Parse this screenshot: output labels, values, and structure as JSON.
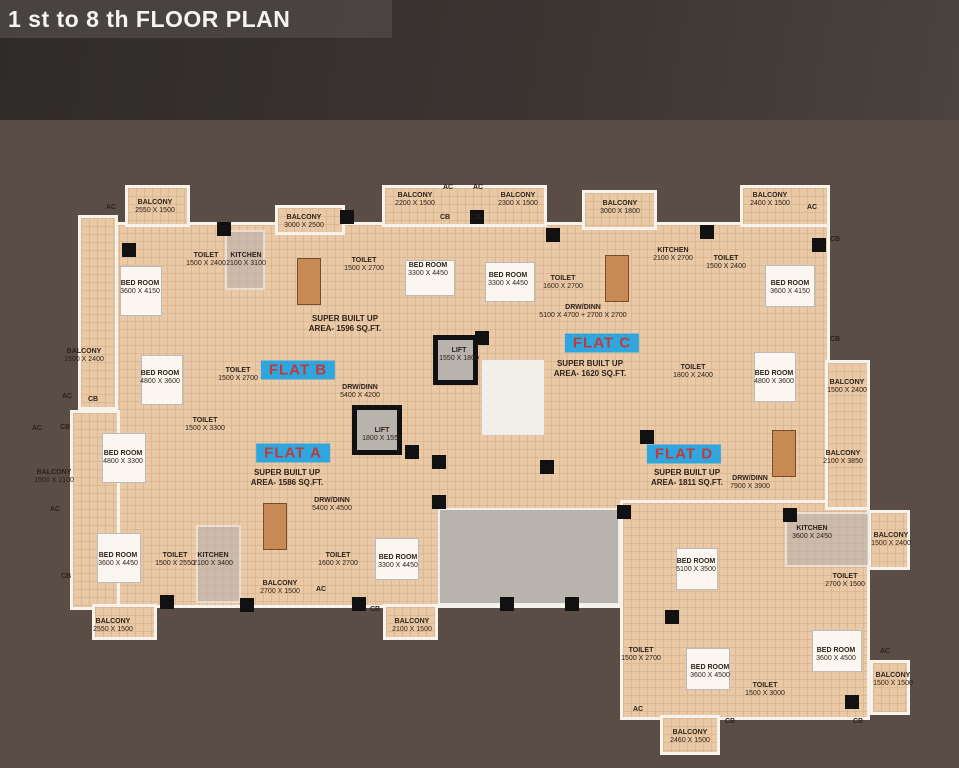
{
  "title": "1 st  to 8 th FLOOR PLAN",
  "colors": {
    "floor": "#e9c9a6",
    "flat_badge_bg": "#2fa6de",
    "flat_badge_text": "#c13a3a",
    "background": "#5a4d45"
  },
  "flats": [
    {
      "label": "FLAT B",
      "area": "SUPER BUILT UP",
      "area_value": "AREA- 1596 SQ.FT."
    },
    {
      "label": "FLAT A",
      "area": "SUPER BUILT UP",
      "area_value": "AREA- 1586 SQ.FT."
    },
    {
      "label": "FLAT C",
      "area": "SUPER BUILT UP",
      "area_value": "AREA- 1620 SQ.FT."
    },
    {
      "label": "FLAT D",
      "area": "SUPER BUILT UP",
      "area_value": "AREA- 1811 SQ.FT."
    }
  ],
  "rooms": [
    {
      "name": "BALCONY",
      "size": "2550 X 1500"
    },
    {
      "name": "AC",
      "size": ""
    },
    {
      "name": "BED ROOM",
      "size": "3600 X 4150"
    },
    {
      "name": "TOILET",
      "size": "1500 X 2400"
    },
    {
      "name": "KITCHEN",
      "size": "2100 X 3100"
    },
    {
      "name": "BALCONY",
      "size": "3000 X 2500"
    },
    {
      "name": "TOILET",
      "size": "1500 X 2700"
    },
    {
      "name": "DRW/DINN",
      "size": "5400 X 4200"
    },
    {
      "name": "BALCONY",
      "size": "1500 X 2400"
    },
    {
      "name": "BED ROOM",
      "size": "4800 X 3600"
    },
    {
      "name": "TOILET",
      "size": "1500 X 2700"
    },
    {
      "name": "AC",
      "size": ""
    },
    {
      "name": "CB",
      "size": ""
    },
    {
      "name": "AC",
      "size": ""
    },
    {
      "name": "CB",
      "size": ""
    },
    {
      "name": "BED ROOM",
      "size": "4800 X 3300"
    },
    {
      "name": "TOILET",
      "size": "1500 X 3300"
    },
    {
      "name": "LIFT",
      "size": "1800 X 1550"
    },
    {
      "name": "BALCONY",
      "size": "1500 X 2100"
    },
    {
      "name": "AC",
      "size": ""
    },
    {
      "name": "DRW/DINN",
      "size": "5400 X 4500"
    },
    {
      "name": "BED ROOM",
      "size": "3600 X 4450"
    },
    {
      "name": "TOILET",
      "size": "1500 X 2550"
    },
    {
      "name": "KITCHEN",
      "size": "2100 X 3400"
    },
    {
      "name": "BALCONY",
      "size": "2700 X 1500"
    },
    {
      "name": "TOILET",
      "size": "1600 X 2700"
    },
    {
      "name": "AC",
      "size": ""
    },
    {
      "name": "BED ROOM",
      "size": "3300 X 4450"
    },
    {
      "name": "CB",
      "size": ""
    },
    {
      "name": "BALCONY",
      "size": "2550 X 1500"
    },
    {
      "name": "CB",
      "size": ""
    },
    {
      "name": "BALCONY",
      "size": "2100 X 1500"
    },
    {
      "name": "BALCONY",
      "size": "2200 X 1500"
    },
    {
      "name": "AC",
      "size": ""
    },
    {
      "name": "AC",
      "size": ""
    },
    {
      "name": "CB",
      "size": ""
    },
    {
      "name": "CB",
      "size": ""
    },
    {
      "name": "BALCONY",
      "size": "2300 X 1500"
    },
    {
      "name": "BED ROOM",
      "size": "3300 X 4450"
    },
    {
      "name": "BED ROOM",
      "size": "3300 X 4450"
    },
    {
      "name": "LIFT",
      "size": "1550 X 1800"
    },
    {
      "name": "BALCONY",
      "size": "3000 X 1800"
    },
    {
      "name": "TOILET",
      "size": "1600 X 2700"
    },
    {
      "name": "DRW/DINN",
      "size": "5100 X 4700 + 2700 X 2700"
    },
    {
      "name": "KITCHEN",
      "size": "2100 X 2700"
    },
    {
      "name": "TOILET",
      "size": "1500 X 2400"
    },
    {
      "name": "BALCONY",
      "size": "2400 X 1500"
    },
    {
      "name": "AC",
      "size": ""
    },
    {
      "name": "CB",
      "size": ""
    },
    {
      "name": "BED ROOM",
      "size": "3600 X 4150"
    },
    {
      "name": "TOILET",
      "size": "1800 X 2400"
    },
    {
      "name": "BED ROOM",
      "size": "4800 X 3600"
    },
    {
      "name": "CB",
      "size": ""
    },
    {
      "name": "BALCONY",
      "size": "1500 X 2400"
    },
    {
      "name": "DRW/DINN",
      "size": "7900 X 3900"
    },
    {
      "name": "BALCONY",
      "size": "2100 X 3850"
    },
    {
      "name": "KITCHEN",
      "size": "3600 X 2450"
    },
    {
      "name": "BALCONY",
      "size": "1500 X 2400"
    },
    {
      "name": "TOILET",
      "size": "2700 X 1500"
    },
    {
      "name": "BED ROOM",
      "size": "5100 X 3500"
    },
    {
      "name": "TOILET",
      "size": "1500 X 2700"
    },
    {
      "name": "BED ROOM",
      "size": "3600 X 4500"
    },
    {
      "name": "TOILET",
      "size": "1500 X 3000"
    },
    {
      "name": "BED ROOM",
      "size": "3600 X 4500"
    },
    {
      "name": "AC",
      "size": ""
    },
    {
      "name": "BALCONY",
      "size": "1500 X 1500"
    },
    {
      "name": "AC",
      "size": ""
    },
    {
      "name": "BALCONY",
      "size": "2460 X 1500"
    },
    {
      "name": "CB",
      "size": ""
    },
    {
      "name": "CB",
      "size": ""
    }
  ]
}
